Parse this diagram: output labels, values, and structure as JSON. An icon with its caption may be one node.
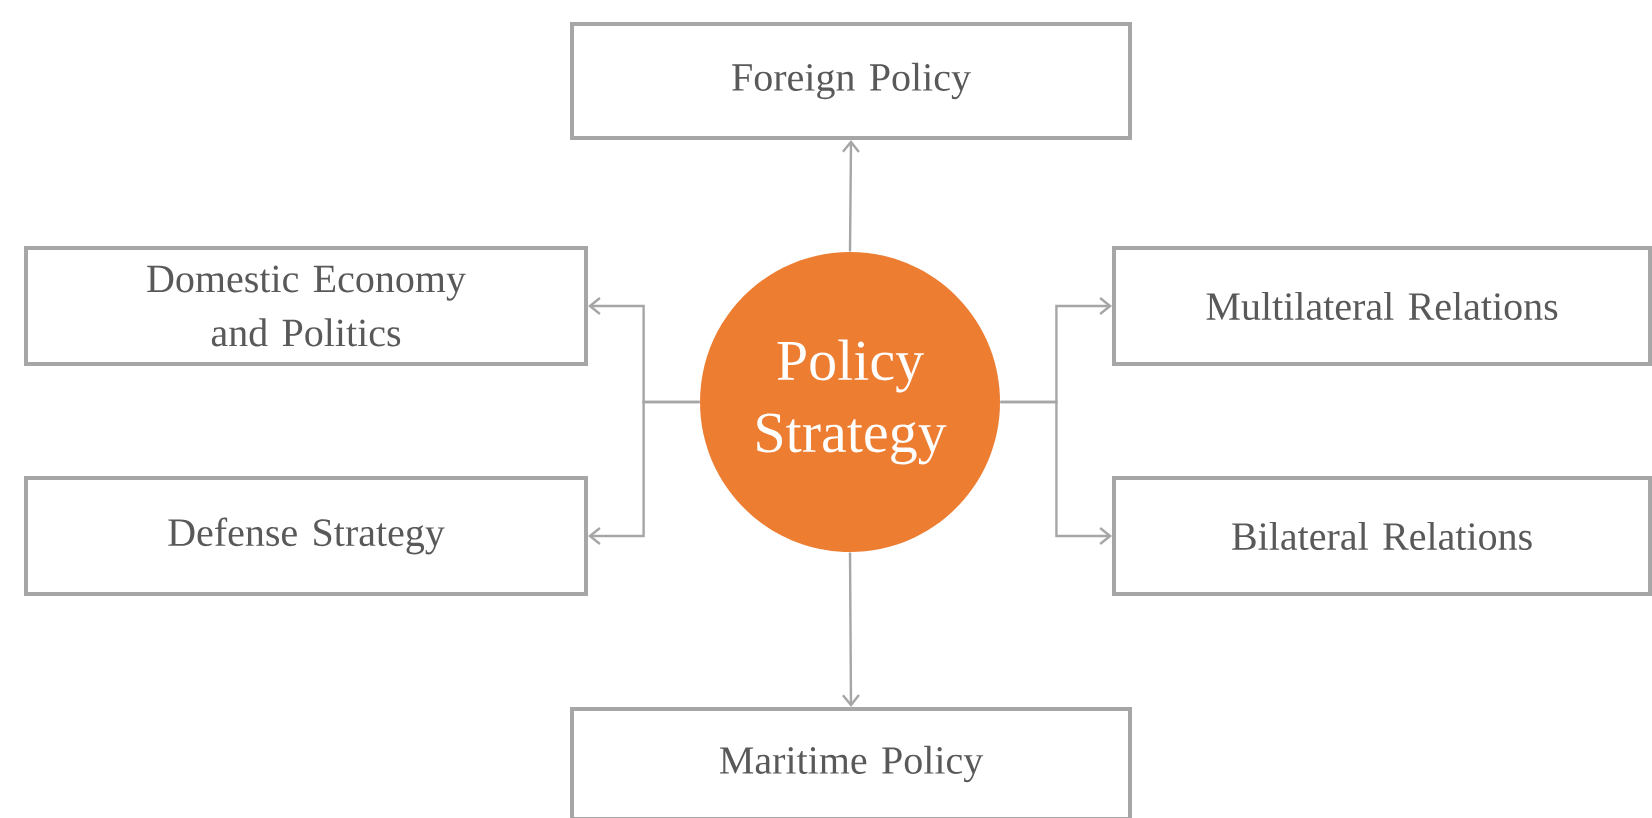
{
  "diagram": {
    "nodes": [
      {
        "text": [
          "Policy Strategy"
        ]
      },
      {
        "text": [
          "Foreign Policy"
        ]
      },
      {
        "text": [
          "Domestic Economy and Politics"
        ]
      },
      {
        "text": [
          "Multilateral Relations"
        ]
      },
      {
        "text": [
          "Defense Strategy"
        ]
      },
      {
        "text": [
          "Bilateral Relations"
        ]
      },
      {
        "text": [
          "Maritime Policy"
        ]
      }
    ],
    "edges": [
      {
        "from": 0,
        "to": 1,
        "arrow": "to"
      },
      {
        "from": 0,
        "to": 2,
        "arrow": "to"
      },
      {
        "from": 0,
        "to": 3,
        "arrow": "to"
      },
      {
        "from": 0,
        "to": 4,
        "arrow": "to"
      },
      {
        "from": 0,
        "to": 5,
        "arrow": "to"
      },
      {
        "from": 0,
        "to": 6,
        "arrow": "to"
      }
    ]
  }
}
